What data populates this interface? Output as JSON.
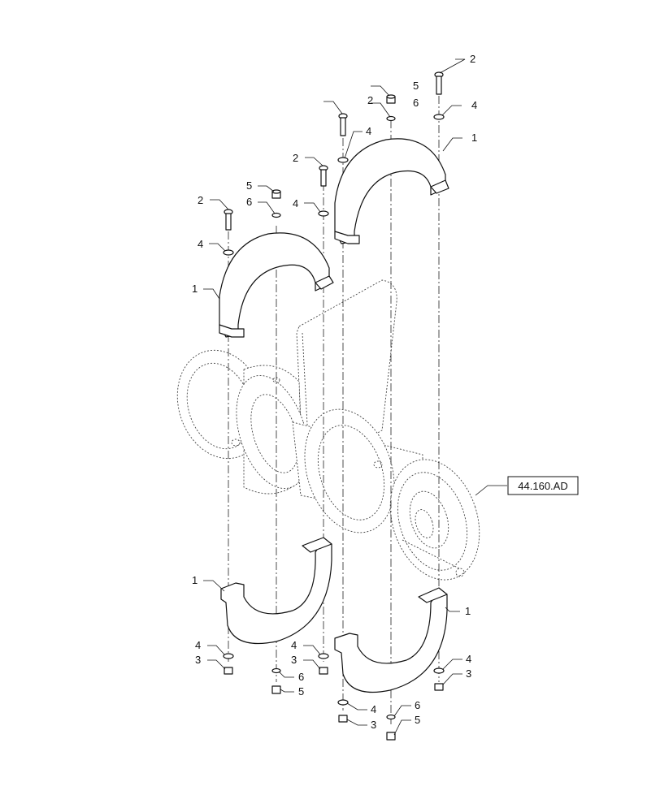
{
  "callouts": {
    "1": "1",
    "2": "2",
    "3": "3",
    "4": "4",
    "5": "5",
    "6": "6"
  },
  "reference": "44.160.AD"
}
